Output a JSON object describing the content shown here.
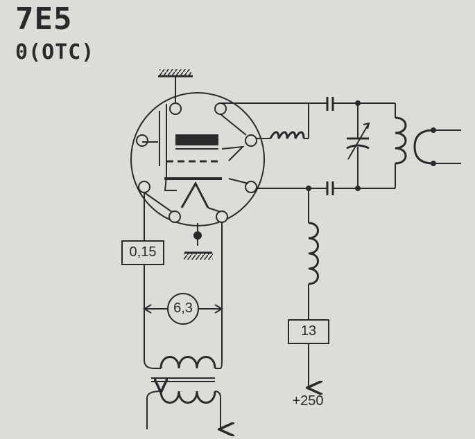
{
  "diagram": {
    "tube_type": "7E5",
    "subtitle": "0(OTC)",
    "labels": {
      "heater_current": "0,15",
      "heater_voltage": "6,3",
      "plate_current": "13",
      "supply_voltage": "+250"
    },
    "colors": {
      "background": "#dcdcd8",
      "ink": "#2a2a2a"
    }
  }
}
